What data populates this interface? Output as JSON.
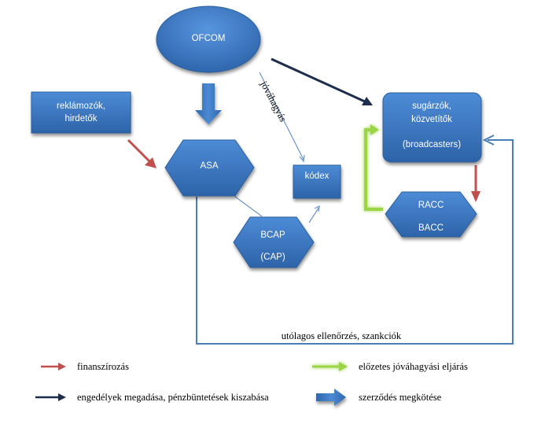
{
  "nodes": {
    "ofcom": "OFCOM",
    "advertisers": [
      "reklámozók,",
      "hirdetők"
    ],
    "asa": "ASA",
    "kodex": "kódex",
    "bcap": [
      "BCAP",
      "(CAP)"
    ],
    "broadcasters": [
      "sugárzók,",
      "közvetítők",
      "(broadcasters)"
    ],
    "racc": [
      "RACC",
      "BACC"
    ]
  },
  "edges": {
    "approval": "jóváhagyás",
    "post_control": "utólagos ellenőrzés, szankciók"
  },
  "legend": {
    "financing": "finanszírozás",
    "licensing": "engedélyek megadása, pénzbüntetések kiszabása",
    "preapproval": "előzetes jóváhagyási eljárás",
    "contract": "szerződés megkötése"
  },
  "colors": {
    "node_fill": "#3a78c2",
    "node_dark": "#2b5f9e",
    "red_arrow": "#c0504d",
    "navy_arrow": "#1f2d4d",
    "green_arrow": "#9bd445",
    "blue_line": "#4a7ebb"
  }
}
